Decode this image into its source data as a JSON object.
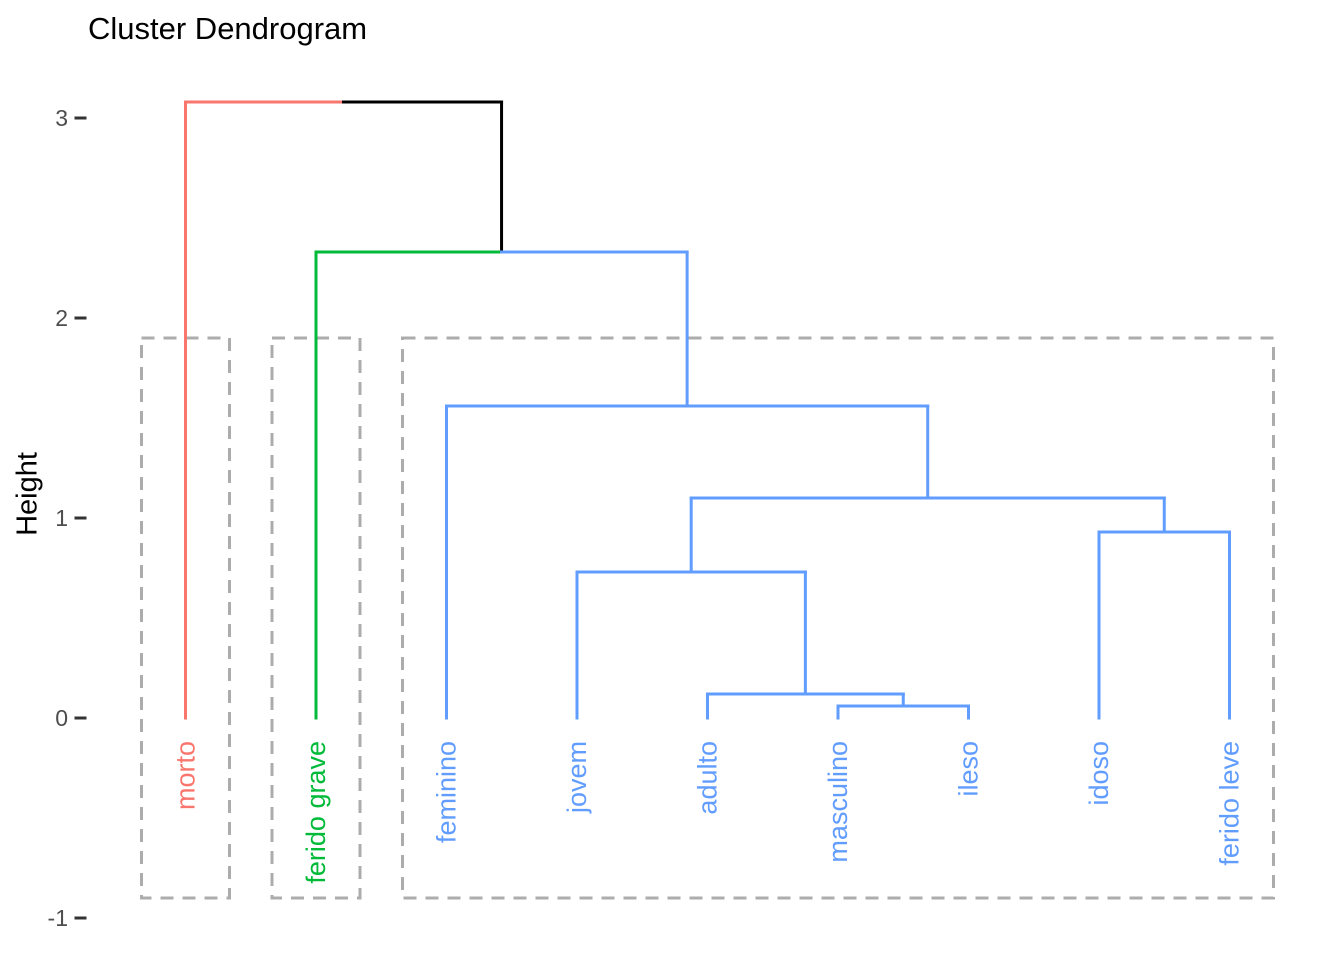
{
  "chart_data": {
    "type": "dendrogram",
    "title": "Cluster Dendrogram",
    "ylabel": "Height",
    "xlabel": "",
    "y_ticks": [
      3,
      2,
      1,
      0,
      -1
    ],
    "ylim": [
      -1,
      3.2
    ],
    "grid": false,
    "legend": false,
    "orientation": "vertical",
    "leaves": [
      {
        "label": "morto",
        "color": "#F8766D",
        "cluster": 1
      },
      {
        "label": "ferido grave",
        "color": "#00BA38",
        "cluster": 2
      },
      {
        "label": "feminino",
        "color": "#619CFF",
        "cluster": 3
      },
      {
        "label": "jovem",
        "color": "#619CFF",
        "cluster": 3
      },
      {
        "label": "adulto",
        "color": "#619CFF",
        "cluster": 3
      },
      {
        "label": "masculino",
        "color": "#619CFF",
        "cluster": 3
      },
      {
        "label": "ileso",
        "color": "#619CFF",
        "cluster": 3
      },
      {
        "label": "idoso",
        "color": "#619CFF",
        "cluster": 3
      },
      {
        "label": "ferido leve",
        "color": "#619CFF",
        "cluster": 3
      }
    ],
    "merges": [
      {
        "id": "M1",
        "a": "L5",
        "b": "L6",
        "height": 0.06,
        "bar_left": "#619CFF",
        "bar_right": "#619CFF",
        "up": "#619CFF"
      },
      {
        "id": "M2",
        "a": "L4",
        "b": "M1",
        "height": 0.12,
        "bar_left": "#619CFF",
        "bar_right": "#619CFF",
        "up": "#619CFF"
      },
      {
        "id": "M3",
        "a": "L3",
        "b": "M2",
        "height": 0.73,
        "bar_left": "#619CFF",
        "bar_right": "#619CFF",
        "up": "#619CFF"
      },
      {
        "id": "M4",
        "a": "L7",
        "b": "L8",
        "height": 0.93,
        "bar_left": "#619CFF",
        "bar_right": "#619CFF",
        "up": "#619CFF"
      },
      {
        "id": "M5",
        "a": "M3",
        "b": "M4",
        "height": 1.1,
        "bar_left": "#619CFF",
        "bar_right": "#619CFF",
        "up": "#619CFF"
      },
      {
        "id": "M6",
        "a": "L2",
        "b": "M5",
        "height": 1.56,
        "bar_left": "#619CFF",
        "bar_right": "#619CFF",
        "up": "#619CFF"
      },
      {
        "id": "M7",
        "a": "L1",
        "b": "M6",
        "height": 2.33,
        "bar_left": "#00BA38",
        "bar_right": "#619CFF",
        "up": "#000000"
      },
      {
        "id": "M8",
        "a": "L0",
        "b": "M7",
        "height": 3.08,
        "bar_left": "#F8766D",
        "bar_right": "#000000",
        "up": null
      }
    ],
    "cluster_boxes": [
      {
        "from_leaf": 0,
        "to_leaf": 0,
        "top": 1.9,
        "bottom": -0.9
      },
      {
        "from_leaf": 1,
        "to_leaf": 1,
        "top": 1.9,
        "bottom": -0.9
      },
      {
        "from_leaf": 2,
        "to_leaf": 8,
        "top": 1.9,
        "bottom": -0.9
      }
    ],
    "colors": {
      "cluster1": "#F8766D",
      "cluster2": "#00BA38",
      "cluster3": "#619CFF",
      "above_cut": "#000000",
      "box_border": "#ACACAC",
      "tick_text": "#4D4D4D",
      "tick_mark": "#333333",
      "background": "#FFFFFF"
    }
  }
}
